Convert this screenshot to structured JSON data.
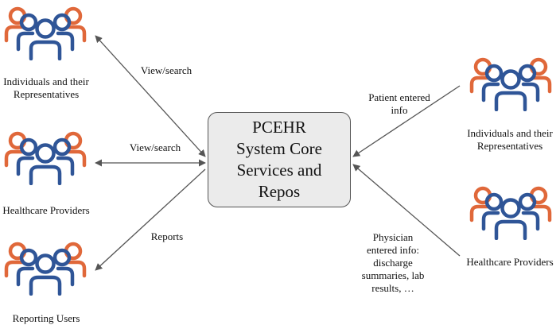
{
  "core": {
    "title": "PCEHR\nSystem Core\nServices and\nRepos"
  },
  "left_groups": [
    {
      "label": "Individuals and their\nRepresentatives"
    },
    {
      "label": "Healthcare Providers"
    },
    {
      "label": "Reporting Users"
    }
  ],
  "right_groups": [
    {
      "label": "Individuals and their\nRepresentatives"
    },
    {
      "label": "Healthcare Providers"
    }
  ],
  "edges": {
    "left_top": "View/search",
    "left_mid": "View/search",
    "left_bottom": "Reports",
    "right_top": "Patient entered\ninfo",
    "right_bottom": "Physician\nentered info:\ndischarge\nsummaries, lab\nresults, …"
  },
  "colors": {
    "outer_people": "#e0683a",
    "inner_people": "#2f5597",
    "arrow": "#555555"
  },
  "icons": {
    "people_group": "people-group-icon"
  }
}
